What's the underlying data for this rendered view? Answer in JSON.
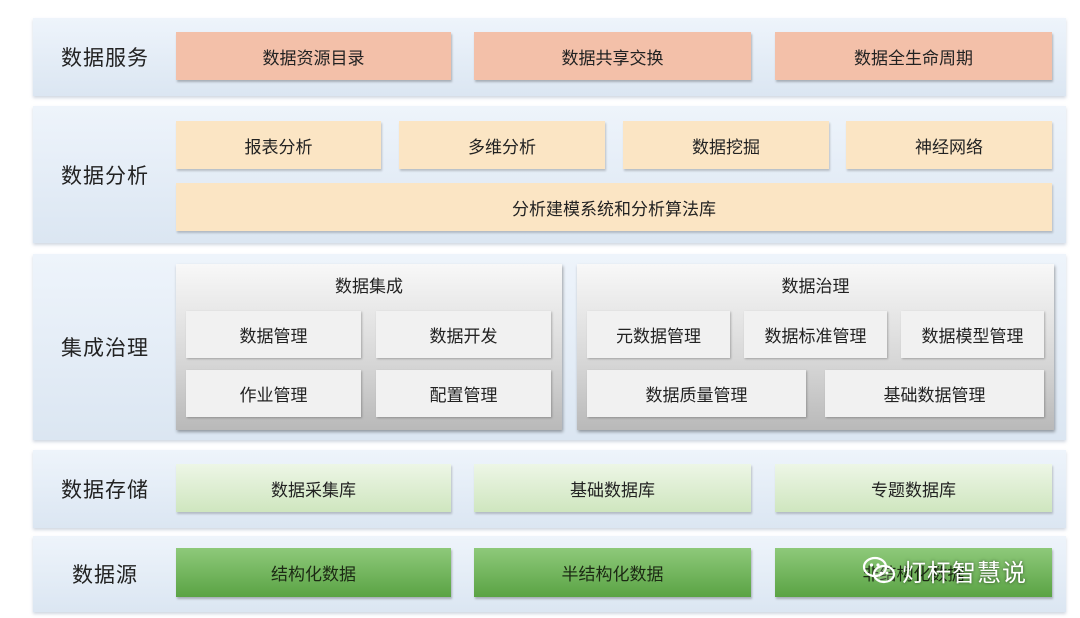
{
  "layers": {
    "service": {
      "label": "数据服务",
      "items": [
        "数据资源目录",
        "数据共享交换",
        "数据全生命周期"
      ]
    },
    "analysis": {
      "label": "数据分析",
      "items": [
        "报表分析",
        "多维分析",
        "数据挖掘",
        "神经网络"
      ],
      "wide_item": "分析建模系统和分析算法库"
    },
    "governance": {
      "label": "集成治理",
      "integration": {
        "title": "数据集成",
        "items": [
          "数据管理",
          "数据开发",
          "作业管理",
          "配置管理"
        ]
      },
      "governance": {
        "title": "数据治理",
        "items": [
          "元数据管理",
          "数据标准管理",
          "数据模型管理",
          "数据质量管理",
          "基础数据管理"
        ]
      }
    },
    "storage": {
      "label": "数据存储",
      "items": [
        "数据采集库",
        "基础数据库",
        "专题数据库"
      ]
    },
    "source": {
      "label": "数据源",
      "items": [
        "结构化数据",
        "半结构化数据",
        "非结构化数据"
      ]
    }
  },
  "watermark": {
    "text": "灯杆智慧说"
  }
}
